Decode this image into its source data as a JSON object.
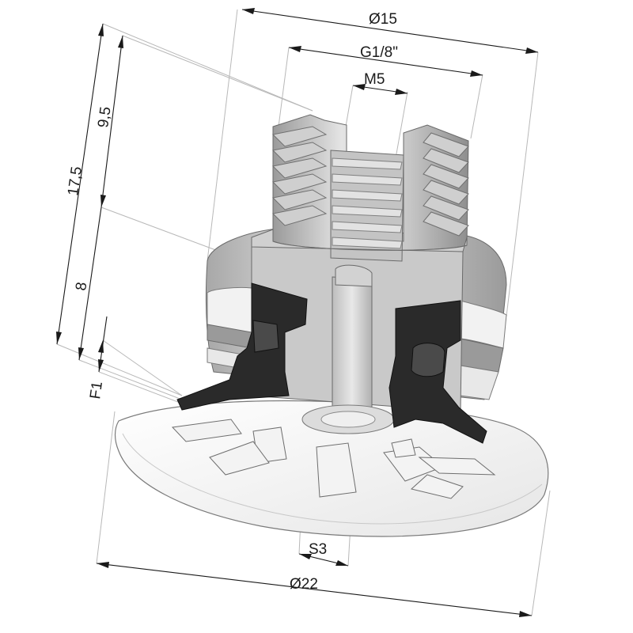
{
  "dimensions": {
    "dia15": "Ø15",
    "thread_g18": "G1/8\"",
    "thread_m5": "M5",
    "height_17_5": "17,5",
    "height_9_5": "9,5",
    "height_8": "8",
    "f1": "F1",
    "s3": "S3",
    "dia22": "Ø22"
  },
  "colors": {
    "body_light": "#d9d9d9",
    "body_mid": "#bdbdbd",
    "body_dark": "#8c8c8c",
    "seal_black": "#2a2a2a",
    "cup_white": "#f4f4f4",
    "line": "#1a1a1a"
  }
}
